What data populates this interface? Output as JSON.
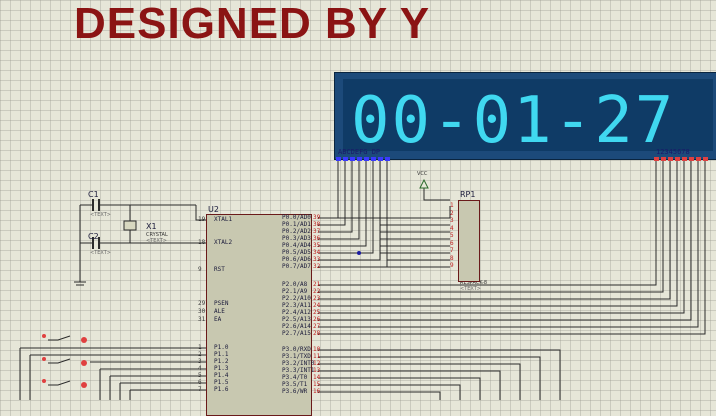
{
  "banner": {
    "text": "DESIGNED BY Y"
  },
  "display": {
    "value": "00-01-27",
    "seg_labels": "ABCDEFG DP",
    "digit_labels": "12345678"
  },
  "parts": {
    "c1": "C1",
    "c2": "C2",
    "x1": "X1",
    "x1_type": "CRYSTAL",
    "u2": "U2",
    "rp1": "RP1",
    "rp1_type": "RESPACK-8",
    "vcc": "VCC",
    "text_placeholder": "<TEXT>"
  },
  "mcu_left_pins": [
    {
      "num": "19",
      "name": "XTAL1"
    },
    {
      "num": "18",
      "name": "XTAL2"
    },
    {
      "num": "9",
      "name": "RST"
    },
    {
      "num": "29",
      "name": "PSEN"
    },
    {
      "num": "30",
      "name": "ALE"
    },
    {
      "num": "31",
      "name": "EA"
    },
    {
      "num": "1",
      "name": "P1.0"
    },
    {
      "num": "2",
      "name": "P1.1"
    },
    {
      "num": "3",
      "name": "P1.2"
    },
    {
      "num": "4",
      "name": "P1.3"
    },
    {
      "num": "5",
      "name": "P1.4"
    },
    {
      "num": "6",
      "name": "P1.5"
    },
    {
      "num": "7",
      "name": "P1.6"
    }
  ],
  "mcu_right_pins": [
    {
      "num": "39",
      "name": "P0.0/AD0"
    },
    {
      "num": "38",
      "name": "P0.1/AD1"
    },
    {
      "num": "37",
      "name": "P0.2/AD2"
    },
    {
      "num": "36",
      "name": "P0.3/AD3"
    },
    {
      "num": "35",
      "name": "P0.4/AD4"
    },
    {
      "num": "34",
      "name": "P0.5/AD5"
    },
    {
      "num": "33",
      "name": "P0.6/AD6"
    },
    {
      "num": "32",
      "name": "P0.7/AD7"
    },
    {
      "num": "21",
      "name": "P2.0/A8"
    },
    {
      "num": "22",
      "name": "P2.1/A9"
    },
    {
      "num": "23",
      "name": "P2.2/A10"
    },
    {
      "num": "24",
      "name": "P2.3/A11"
    },
    {
      "num": "25",
      "name": "P2.4/A12"
    },
    {
      "num": "26",
      "name": "P2.5/A13"
    },
    {
      "num": "27",
      "name": "P2.6/A14"
    },
    {
      "num": "28",
      "name": "P2.7/A15"
    },
    {
      "num": "10",
      "name": "P3.0/RXD"
    },
    {
      "num": "11",
      "name": "P3.1/TXD"
    },
    {
      "num": "12",
      "name": "P3.2/INT0"
    },
    {
      "num": "13",
      "name": "P3.3/INT1"
    },
    {
      "num": "14",
      "name": "P3.4/T0"
    },
    {
      "num": "15",
      "name": "P3.5/T1"
    },
    {
      "num": "16",
      "name": "P3.6/WR"
    }
  ],
  "rp_pins": [
    "1",
    "2",
    "3",
    "4",
    "5",
    "6",
    "7",
    "8",
    "9"
  ]
}
